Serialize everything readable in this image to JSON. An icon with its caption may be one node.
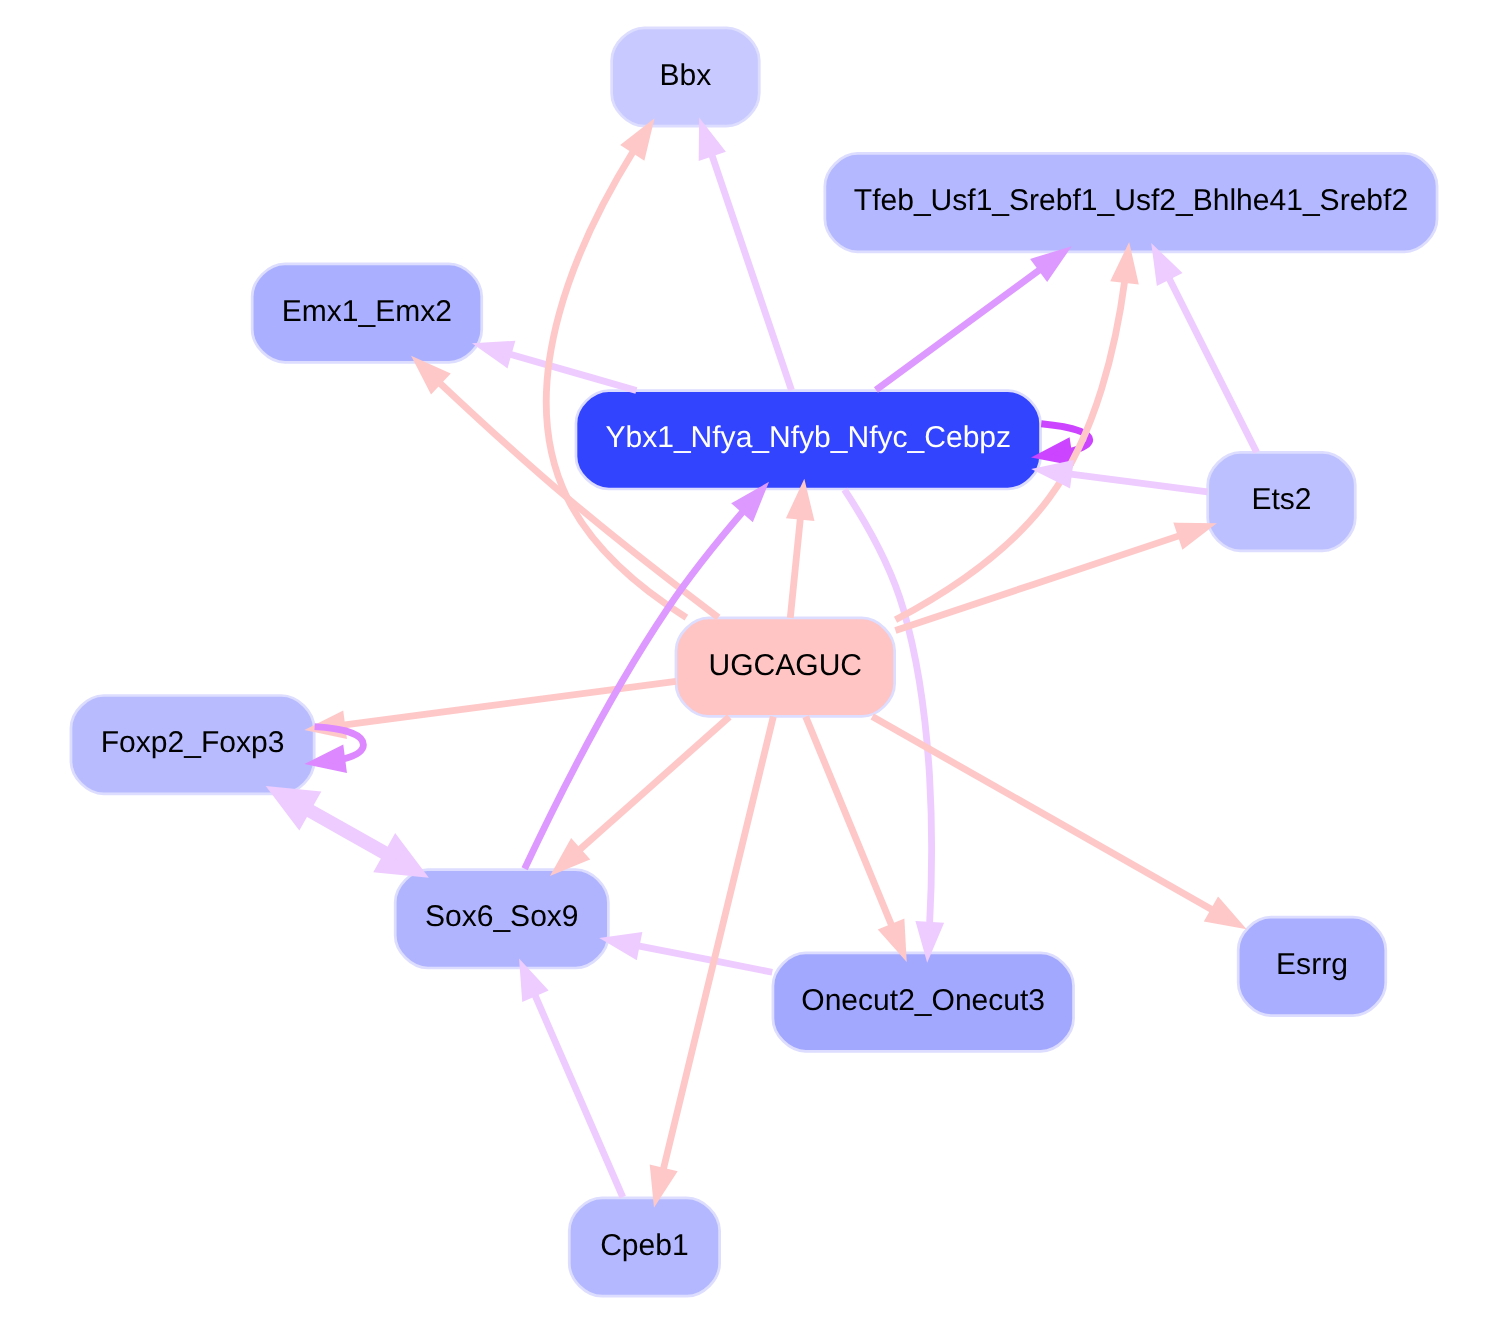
{
  "diagram": {
    "nodes": [
      {
        "text": [
          "Emx1_Emx2"
        ]
      },
      {
        "text": [
          "Tfeb_Usf1_Srebf1_Usf2_Bhlhe41_Srebf2"
        ]
      },
      {
        "text": [
          "Onecut2_Onecut3"
        ]
      },
      {
        "text": [
          "Bbx"
        ]
      },
      {
        "text": [
          "Ybx1_Nfya_Nfyb_Nfyc_Cebpz"
        ]
      },
      {
        "text": [
          "UGCAGUC"
        ]
      },
      {
        "text": [
          "Sox6_Sox9"
        ]
      },
      {
        "text": [
          "Ets2"
        ]
      },
      {
        "text": [
          "Foxp2_Foxp3"
        ]
      },
      {
        "text": [
          "Cpeb1"
        ]
      },
      {
        "text": [
          "Esrrg"
        ]
      }
    ],
    "edges": [
      {
        "from": 5,
        "to": 0,
        "arrow": "to"
      },
      {
        "from": 5,
        "to": 1,
        "arrow": "to"
      },
      {
        "from": 5,
        "to": 2,
        "arrow": "to"
      },
      {
        "from": 5,
        "to": 3,
        "arrow": "to"
      },
      {
        "from": 5,
        "to": 4,
        "arrow": "to"
      },
      {
        "from": 5,
        "to": 6,
        "arrow": "to"
      },
      {
        "from": 5,
        "to": 7,
        "arrow": "to"
      },
      {
        "from": 5,
        "to": 8,
        "arrow": "to"
      },
      {
        "from": 5,
        "to": 9,
        "arrow": "to"
      },
      {
        "from": 5,
        "to": 10,
        "arrow": "to"
      },
      {
        "from": 4,
        "to": 0,
        "arrow": "to",
        "color": "#eeccff"
      },
      {
        "from": 4,
        "to": 1,
        "arrow": "to",
        "color": "#dd99ff"
      },
      {
        "from": 4,
        "to": 2,
        "arrow": "to",
        "color": "#eeccff"
      },
      {
        "from": 4,
        "to": 3,
        "arrow": "to",
        "color": "#eeccff"
      },
      {
        "from": 4,
        "to": 4,
        "arrow": "to",
        "color": "#cc44ff"
      },
      {
        "from": 6,
        "to": 4,
        "arrow": "to",
        "color": "#dd99ff"
      },
      {
        "from": 7,
        "to": 4,
        "arrow": "to",
        "color": "#eeccff"
      },
      {
        "from": 7,
        "to": 1,
        "arrow": "to",
        "color": "#eeccff"
      },
      {
        "from": 2,
        "to": 6,
        "arrow": "to",
        "color": "#eeccff"
      },
      {
        "from": 6,
        "to": 8,
        "arrow": "both",
        "style": "thick",
        "color": "#eeccff"
      },
      {
        "from": 9,
        "to": 6,
        "arrow": "to",
        "color": "#eeccff"
      },
      {
        "from": 8,
        "to": 8,
        "arrow": "to",
        "color": "#dd88ff"
      }
    ]
  }
}
